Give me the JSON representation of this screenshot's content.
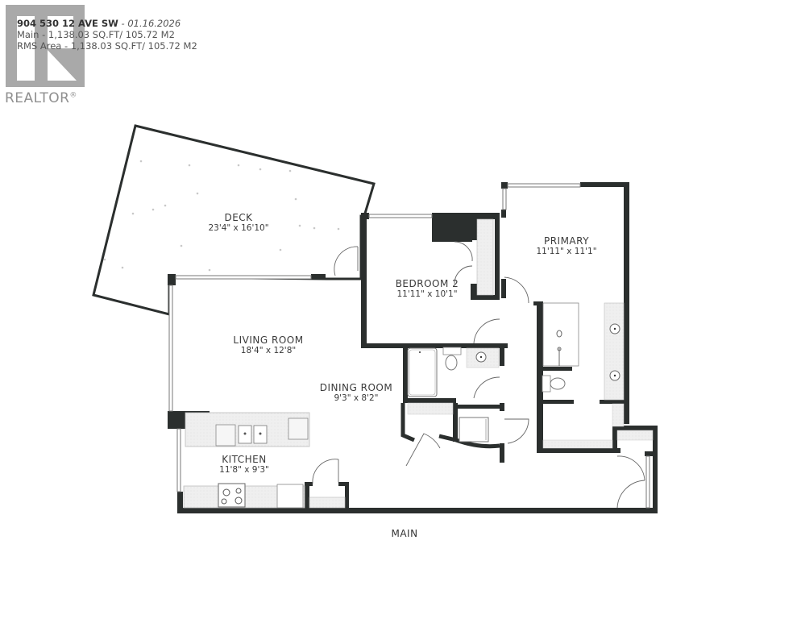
{
  "logo": {
    "brand": "REALTOR",
    "registered": "®",
    "color": "#a9a9a9"
  },
  "header": {
    "address": "904 530 12 AVE SW",
    "date": "01.16.2026",
    "separator": " - ",
    "main_area": "Main - 1,138.03 SQ.FT/ 105.72 M2",
    "rms_area": "RMS Area - 1,138.03 SQ.FT/ 105.72 M2"
  },
  "rooms": [
    {
      "name": "DECK",
      "dimensions": "23'4\" x 16'10\""
    },
    {
      "name": "BEDROOM 2",
      "dimensions": "11'11\" x 10'1\""
    },
    {
      "name": "PRIMARY",
      "dimensions": "11'11\" x 11'1\""
    },
    {
      "name": "LIVING ROOM",
      "dimensions": "18'4\" x 12'8\""
    },
    {
      "name": "DINING ROOM",
      "dimensions": "9'3\" x 8'2\""
    },
    {
      "name": "KITCHEN",
      "dimensions": "11'8\" x 9'3\""
    }
  ],
  "floor_label": "MAIN",
  "colors": {
    "wall": "#2b2f2e",
    "counter": "#ececec",
    "text": "#3a3a3a"
  }
}
